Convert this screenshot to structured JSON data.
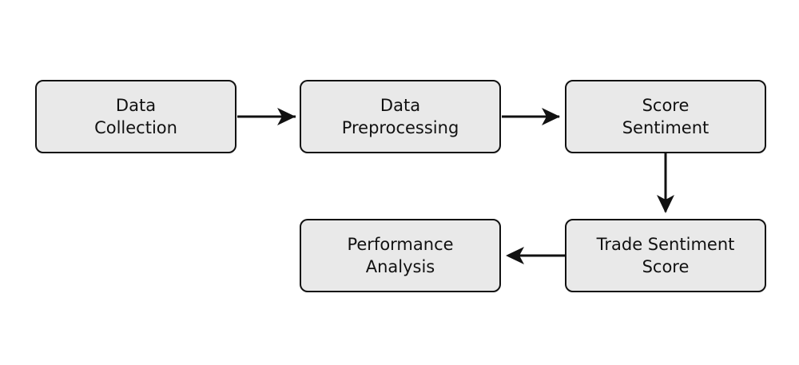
{
  "diagram": {
    "nodes": [
      {
        "id": "data_collection",
        "label": "Data\nCollection"
      },
      {
        "id": "data_preprocessing",
        "label": "Data\nPreprocessing"
      },
      {
        "id": "score_sentiment",
        "label": "Score\nSentiment"
      },
      {
        "id": "trade_sentiment_score",
        "label": "Trade Sentiment\nScore"
      },
      {
        "id": "performance_analysis",
        "label": "Performance\nAnalysis"
      }
    ],
    "edges": [
      {
        "from": "data_collection",
        "to": "data_preprocessing"
      },
      {
        "from": "data_preprocessing",
        "to": "score_sentiment"
      },
      {
        "from": "score_sentiment",
        "to": "trade_sentiment_score"
      },
      {
        "from": "trade_sentiment_score",
        "to": "performance_analysis"
      }
    ],
    "colors": {
      "node_fill": "#e9e9e9",
      "stroke": "#111111"
    }
  }
}
